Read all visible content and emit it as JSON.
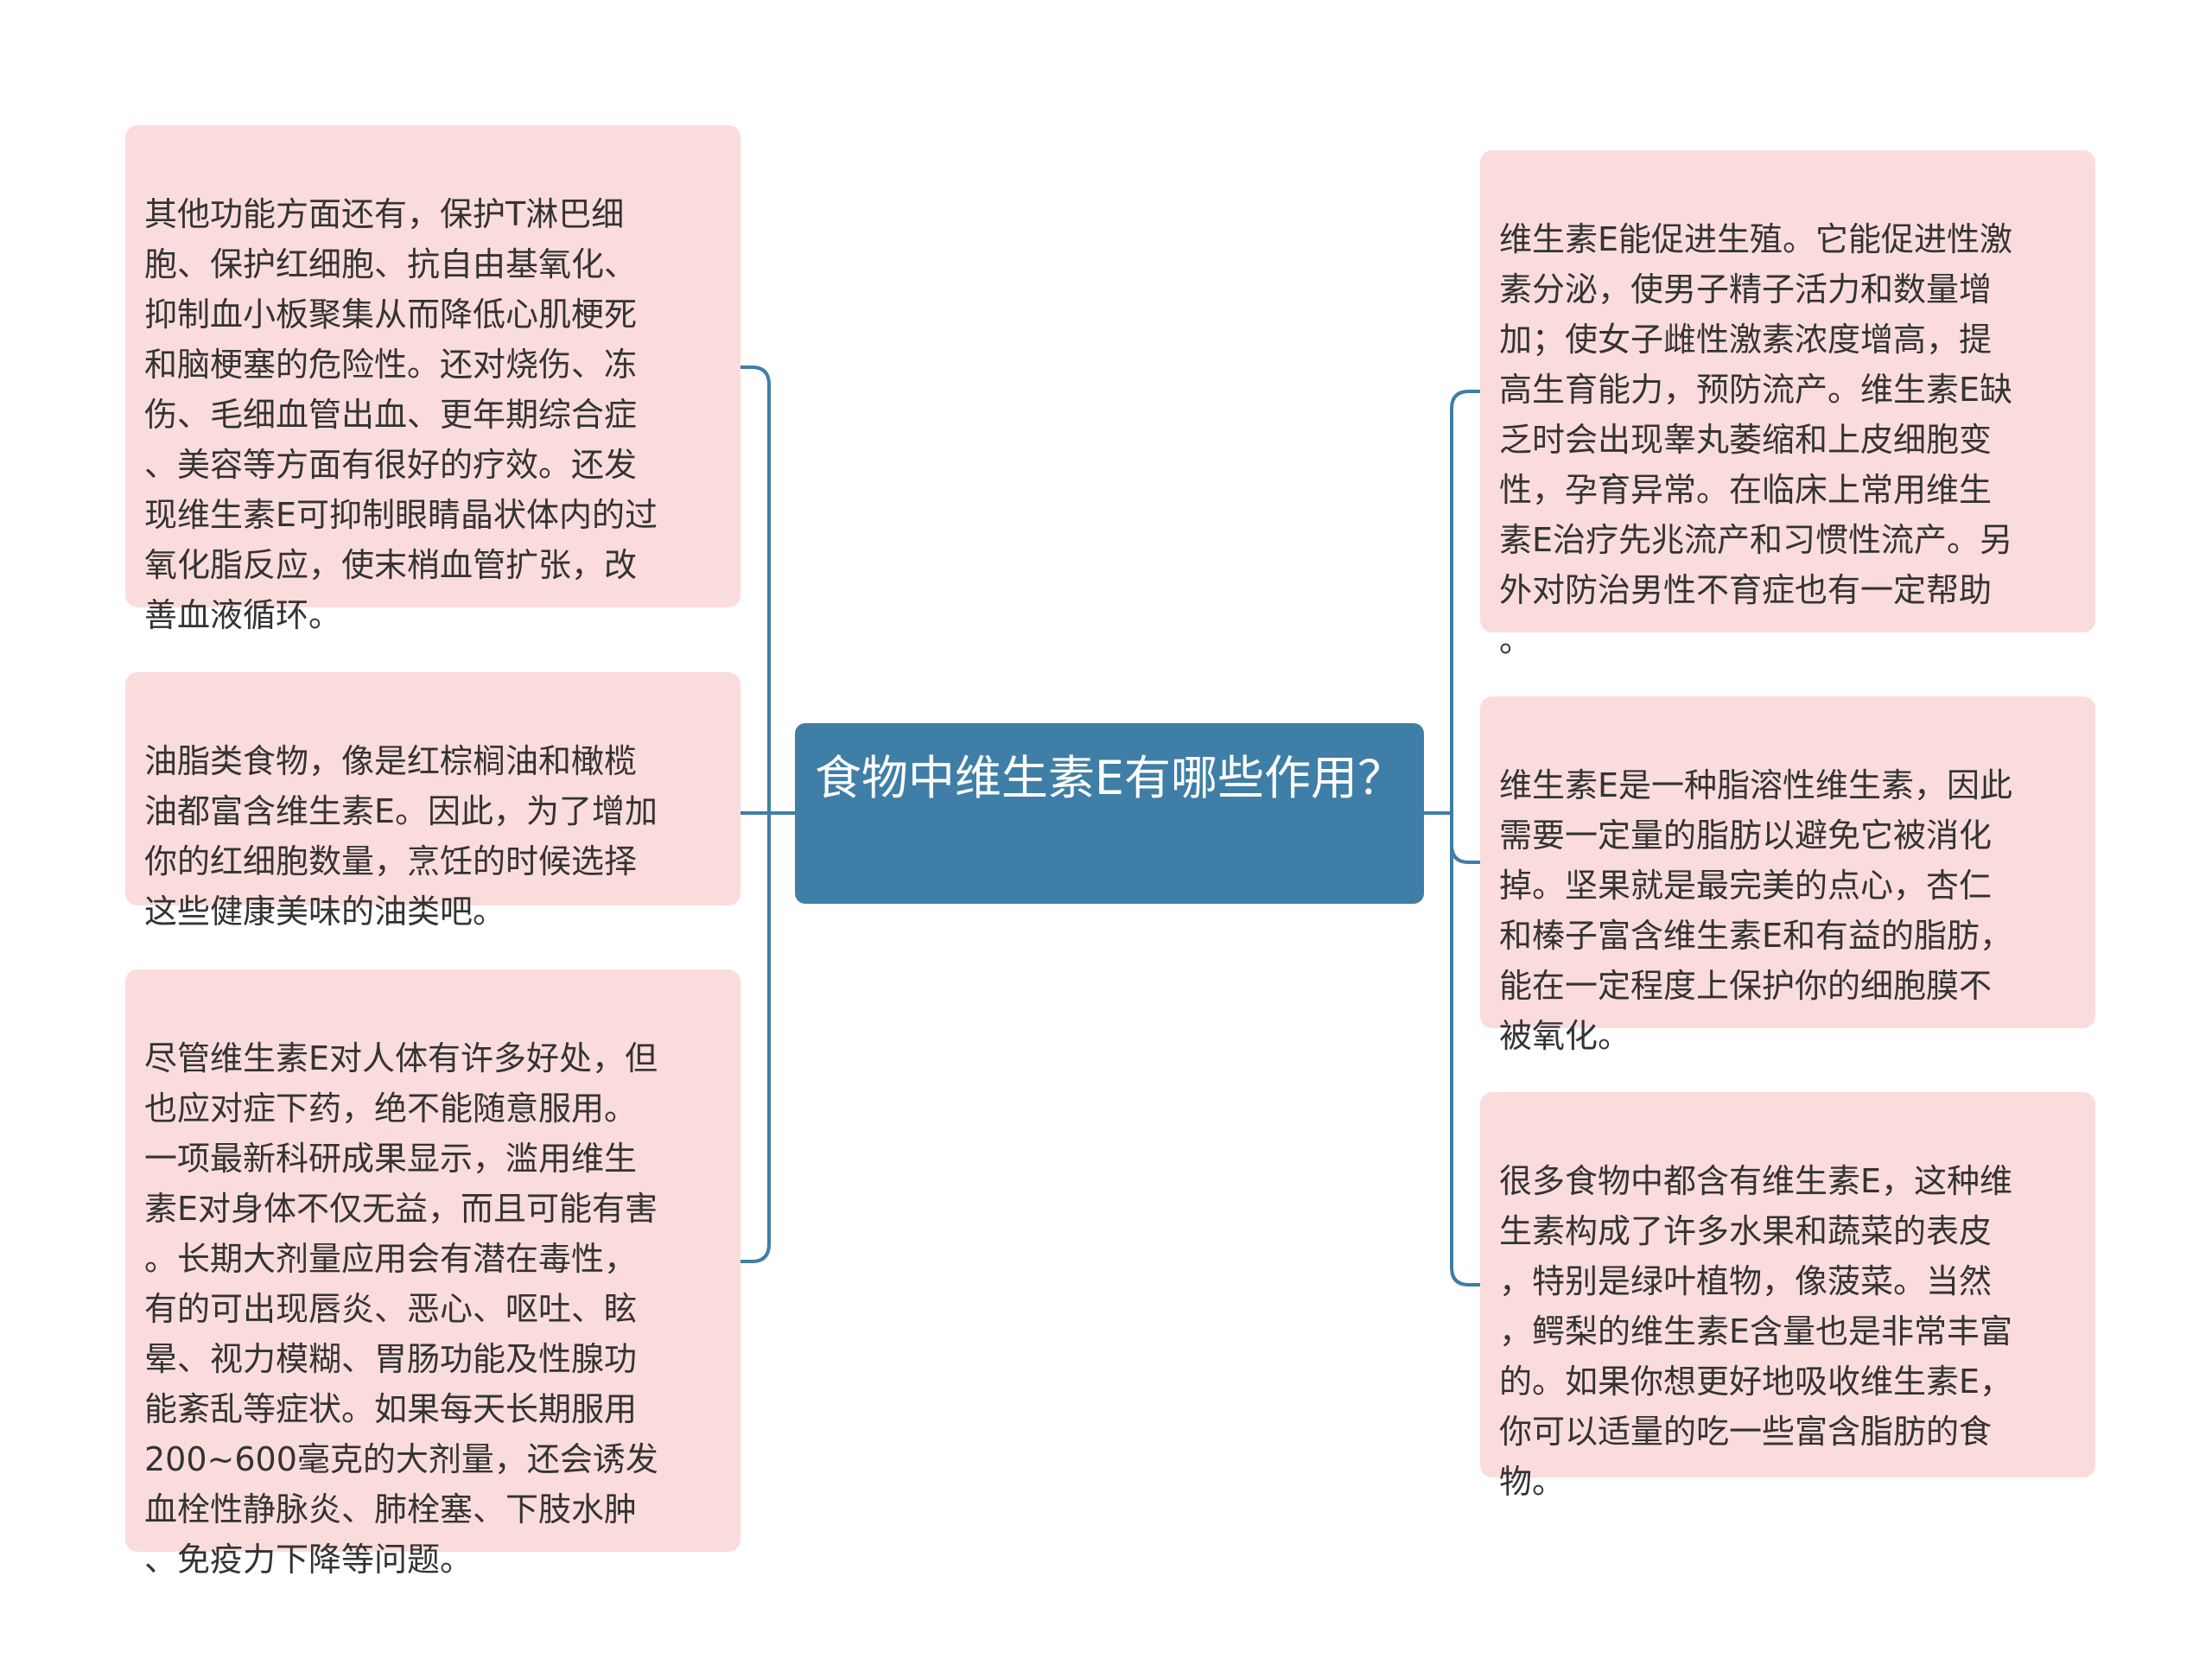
{
  "center": {
    "title": "食物中维生素E有哪些作用？"
  },
  "left_nodes": [
    {
      "text": "其他功能方面还有，保护T淋巴细\n胞、保护红细胞、抗自由基氧化、\n抑制血小板聚集从而降低心肌梗死\n和脑梗塞的危险性。还对烧伤、冻\n伤、毛细血管出血、更年期综合症\n、美容等方面有很好的疗效。还发\n现维生素E可抑制眼睛晶状体内的过\n氧化脂反应，使末梢血管扩张，改\n善血液循环。"
    },
    {
      "text": "油脂类食物，像是红棕榈油和橄榄\n油都富含维生素E。因此，为了增加\n你的红细胞数量，烹饪的时候选择\n这些健康美味的油类吧。"
    },
    {
      "text": "尽管维生素E对人体有许多好处，但\n也应对症下药，绝不能随意服用。\n一项最新科研成果显示，滥用维生\n素E对身体不仅无益，而且可能有害\n。长期大剂量应用会有潜在毒性，\n有的可出现唇炎、恶心、呕吐、眩\n晕、视力模糊、胃肠功能及性腺功\n能紊乱等症状。如果每天长期服用\n200~600毫克的大剂量，还会诱发\n血栓性静脉炎、肺栓塞、下肢水肿\n、免疫力下降等问题。"
    }
  ],
  "right_nodes": [
    {
      "text": "维生素E能促进生殖。它能促进性激\n素分泌，使男子精子活力和数量增\n加；使女子雌性激素浓度增高，提\n高生育能力，预防流产。维生素E缺\n乏时会出现睾丸萎缩和上皮细胞变\n性，孕育异常。在临床上常用维生\n素E治疗先兆流产和习惯性流产。另\n外对防治男性不育症也有一定帮助\n。"
    },
    {
      "text": "维生素E是一种脂溶性维生素，因此\n需要一定量的脂肪以避免它被消化\n掉。坚果就是最完美的点心，杏仁\n和榛子富含维生素E和有益的脂肪，\n能在一定程度上保护你的细胞膜不\n被氧化。"
    },
    {
      "text": "很多食物中都含有维生素E，这种维\n生素构成了许多水果和蔬菜的表皮\n，特别是绿叶植物，像菠菜。当然\n，鳄梨的维生素E含量也是非常丰富\n的。如果你想更好地吸收维生素E，\n你可以适量的吃一些富含脂肪的食\n物。"
    }
  ],
  "colors": {
    "center_fill": "#3f7ea6",
    "node_fill": "#fbdcdc",
    "connector": "#3f7ea6",
    "text": "#333333"
  }
}
